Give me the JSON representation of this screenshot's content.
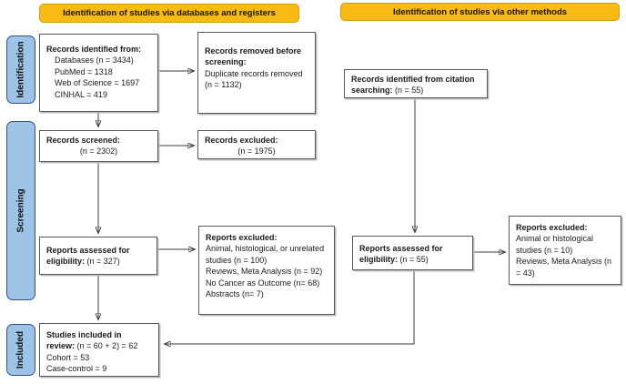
{
  "banners": {
    "databases": "Identification of studies via databases and registers",
    "other_methods": "Identification of studies via other methods"
  },
  "sidebar": {
    "identification": "Identification",
    "screening": "Screening",
    "included": "Included"
  },
  "boxes": {
    "records_identified": {
      "title": "Records identified from:",
      "items": [
        "Databases (n = 3434)",
        "PubMed = 1318",
        "Web of Science = 1697",
        "CINHAL = 419"
      ]
    },
    "records_removed": {
      "title": "Records removed before screening:",
      "body": "Duplicate records removed (n = 1132)"
    },
    "records_screened": {
      "title": "Records screened:",
      "count": "(n = 2302)"
    },
    "records_excluded": {
      "title": "Records excluded:",
      "count": "(n = 1975)"
    },
    "reports_assessed_databases": {
      "title": "Reports assessed for eligibility:",
      "count": " (n = 327)"
    },
    "reports_excluded_databases": {
      "title": "Reports excluded:",
      "items": [
        "Animal, histological, or unrelated studies (n = 100)",
        "Reviews, Meta Analysis (n = 92)",
        "No Cancer as Outcome (n= 68)",
        "Abstracts (n= 7)"
      ]
    },
    "studies_included": {
      "title": "Studies included in review:",
      "count": " (n = 60 + 2) = 62",
      "items": [
        "Cohort = 53",
        "Case-control = 9"
      ]
    },
    "citation_searching": {
      "title": "Records identified from citation searching:",
      "count": " (n = 55)"
    },
    "reports_assessed_other": {
      "title": "Reports assessed for eligibility:",
      "count": " (n = 55)"
    },
    "reports_excluded_other": {
      "title": "Reports excluded:",
      "items": [
        "Animal or histological studies (n = 10)",
        "Reviews, Meta Analysis (n = 43)"
      ]
    }
  },
  "colors": {
    "banner_bg": "#F8BA15",
    "banner_border": "#D99C00",
    "sidebar_bg": "#9DC3E6",
    "sidebar_border": "#33527C",
    "box_border": "#595959",
    "arrow": "#3d3d3d"
  }
}
